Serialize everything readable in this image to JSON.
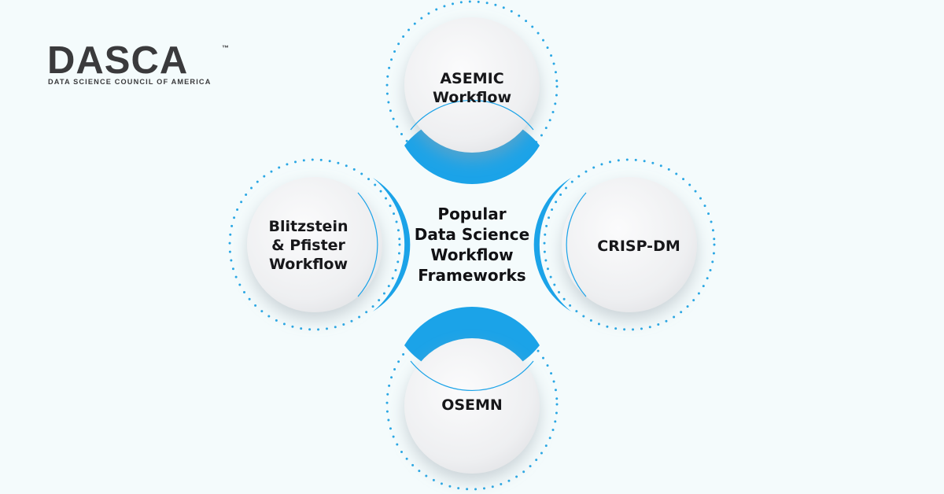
{
  "logo": {
    "wordmark": "DASCA",
    "trademark": "™",
    "tagline": "DATA SCIENCE COUNCIL OF AMERICA"
  },
  "title": {
    "lines": [
      "Popular",
      "Data Science",
      "Workflow",
      "Frameworks"
    ]
  },
  "nodes": {
    "top": {
      "lines": [
        "ASEMIC",
        "Workflow"
      ]
    },
    "right": {
      "lines": [
        "CRISP-DM"
      ]
    },
    "bottom": {
      "lines": [
        "OSEMN"
      ]
    },
    "left": {
      "lines": [
        "Blitzstein",
        "& Pfister",
        "Workflow"
      ]
    }
  },
  "colors": {
    "background": "#f4fbfc",
    "accent": "#1ba3e8",
    "circle_fill": "#f2f3f5",
    "dots": "#2aa7e4",
    "text": "#17171a"
  }
}
